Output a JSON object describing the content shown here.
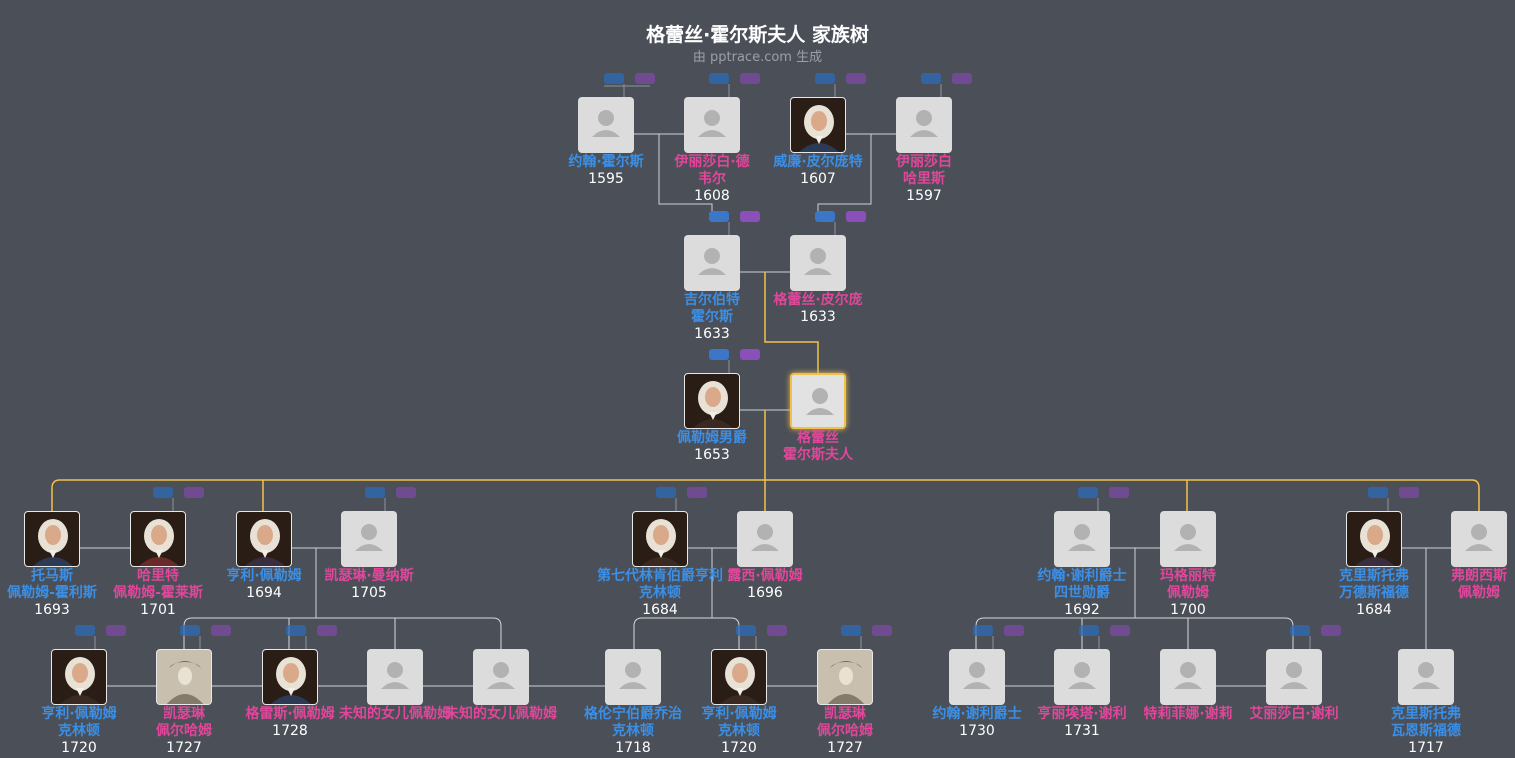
{
  "title": "格蕾丝·霍尔斯夫人 家族树",
  "subtitle": "由 pptrace.com 生成",
  "colors": {
    "background": "#4a4f58",
    "male": "#3b8fe6",
    "female": "#e0479a",
    "selected": "#f2c04a",
    "line": "#d8d8d8",
    "descent_line": "#f2c04a"
  },
  "people": [
    {
      "id": "p1",
      "name_lines": [
        "约翰·霍尔斯"
      ],
      "year": "1595",
      "gender": "m",
      "photo": "placeholder"
    },
    {
      "id": "p2",
      "name_lines": [
        "伊丽莎白·德",
        "韦尔"
      ],
      "year": "1608",
      "gender": "f",
      "photo": "placeholder"
    },
    {
      "id": "p3",
      "name_lines": [
        "威廉·皮尔庞特"
      ],
      "year": "1607",
      "gender": "m",
      "photo": "portrait"
    },
    {
      "id": "p4",
      "name_lines": [
        "伊丽莎白",
        "哈里斯"
      ],
      "year": "1597",
      "gender": "f",
      "photo": "placeholder"
    },
    {
      "id": "p5",
      "name_lines": [
        "吉尔伯特",
        "霍尔斯"
      ],
      "year": "1633",
      "gender": "m",
      "photo": "placeholder"
    },
    {
      "id": "p6",
      "name_lines": [
        "格蕾丝·皮尔庞"
      ],
      "year": "1633",
      "gender": "f",
      "photo": "placeholder"
    },
    {
      "id": "p7",
      "name_lines": [
        "佩勒姆男爵"
      ],
      "year": "1653",
      "gender": "m",
      "photo": "portrait"
    },
    {
      "id": "p8",
      "name_lines": [
        "格蕾丝",
        "霍尔斯夫人"
      ],
      "year": "",
      "gender": "f",
      "photo": "placeholder",
      "selected": true
    },
    {
      "id": "p9",
      "name_lines": [
        "托马斯",
        "佩勒姆-霍利斯"
      ],
      "year": "1693",
      "gender": "m",
      "photo": "portrait"
    },
    {
      "id": "p10",
      "name_lines": [
        "哈里特",
        "佩勒姆-霍莱斯"
      ],
      "year": "1701",
      "gender": "f",
      "photo": "portrait"
    },
    {
      "id": "p11",
      "name_lines": [
        "亨利·佩勒姆"
      ],
      "year": "1694",
      "gender": "m",
      "photo": "portrait"
    },
    {
      "id": "p12",
      "name_lines": [
        "凯瑟琳·曼纳斯"
      ],
      "year": "1705",
      "gender": "f",
      "photo": "placeholder"
    },
    {
      "id": "p13",
      "name_lines": [
        "第七代林肯伯爵亨利",
        "克林顿"
      ],
      "year": "1684",
      "gender": "m",
      "photo": "portrait"
    },
    {
      "id": "p14",
      "name_lines": [
        "露西·佩勒姆"
      ],
      "year": "1696",
      "gender": "f",
      "photo": "placeholder"
    },
    {
      "id": "p15",
      "name_lines": [
        "约翰·谢利爵士",
        "四世勋爵"
      ],
      "year": "1692",
      "gender": "m",
      "photo": "placeholder"
    },
    {
      "id": "p16",
      "name_lines": [
        "玛格丽特",
        "佩勒姆"
      ],
      "year": "1700",
      "gender": "f",
      "photo": "placeholder"
    },
    {
      "id": "p17",
      "name_lines": [
        "克里斯托弗",
        "万德斯福德"
      ],
      "year": "1684",
      "gender": "m",
      "photo": "portrait"
    },
    {
      "id": "p18",
      "name_lines": [
        "弗朗西斯",
        "佩勒姆"
      ],
      "year": "",
      "gender": "f",
      "photo": "placeholder"
    },
    {
      "id": "p19",
      "name_lines": [
        "亨利·佩勒姆",
        "克林顿"
      ],
      "year": "1720",
      "gender": "m",
      "photo": "portrait"
    },
    {
      "id": "p20",
      "name_lines": [
        "凯瑟琳",
        "佩尔哈姆"
      ],
      "year": "1727",
      "gender": "f",
      "photo": "engraving"
    },
    {
      "id": "p21",
      "name_lines": [
        "格雷斯·佩勒姆"
      ],
      "year": "1728",
      "gender": "f",
      "photo": "portrait"
    },
    {
      "id": "p22",
      "name_lines": [
        "未知的女儿佩勒姆"
      ],
      "year": "",
      "gender": "f",
      "photo": "placeholder"
    },
    {
      "id": "p23",
      "name_lines": [
        "未知的女儿佩勒姆"
      ],
      "year": "",
      "gender": "f",
      "photo": "placeholder"
    },
    {
      "id": "p24",
      "name_lines": [
        "格伦宁伯爵乔治",
        "克林顿"
      ],
      "year": "1718",
      "gender": "m",
      "photo": "placeholder"
    },
    {
      "id": "p25",
      "name_lines": [
        "亨利·佩勒姆",
        "克林顿"
      ],
      "year": "1720",
      "gender": "m",
      "photo": "portrait"
    },
    {
      "id": "p26",
      "name_lines": [
        "凯瑟琳",
        "佩尔哈姆"
      ],
      "year": "1727",
      "gender": "f",
      "photo": "engraving"
    },
    {
      "id": "p27",
      "name_lines": [
        "约翰·谢利爵士"
      ],
      "year": "1730",
      "gender": "m",
      "photo": "placeholder"
    },
    {
      "id": "p28",
      "name_lines": [
        "亨丽埃塔·谢利"
      ],
      "year": "1731",
      "gender": "f",
      "photo": "placeholder"
    },
    {
      "id": "p29",
      "name_lines": [
        "特莉菲娜·谢莉"
      ],
      "year": "",
      "gender": "f",
      "photo": "placeholder"
    },
    {
      "id": "p30",
      "name_lines": [
        "艾丽莎白·谢利"
      ],
      "year": "",
      "gender": "f",
      "photo": "placeholder"
    },
    {
      "id": "p31",
      "name_lines": [
        "克里斯托弗",
        "瓦恩斯福德"
      ],
      "year": "1717",
      "gender": "m",
      "photo": "placeholder"
    }
  ]
}
